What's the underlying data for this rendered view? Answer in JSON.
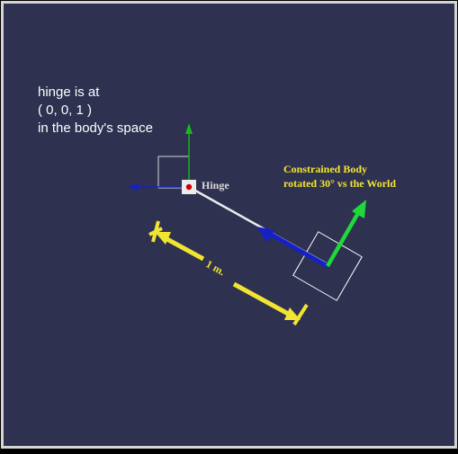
{
  "note": {
    "line1": "hinge is at",
    "line2": "( 0, 0, 1 )",
    "line3": "in the body's space"
  },
  "hinge": {
    "label": "Hinge"
  },
  "body": {
    "line1": "Constrained Body",
    "line2": "rotated 30° vs the World"
  },
  "measure": {
    "label": "1 m."
  },
  "colors": {
    "background": "#2e3150",
    "frame": "#d4d4d4",
    "text": "#ffffff",
    "hinge_label": "#d9d9d9",
    "annotation_yellow": "#f2e531",
    "axis_green": "#18b81f",
    "axis_blue": "#1520c8",
    "link": "#ececec",
    "hinge_dot": "#d40000",
    "box_outline": "#ffffff"
  }
}
